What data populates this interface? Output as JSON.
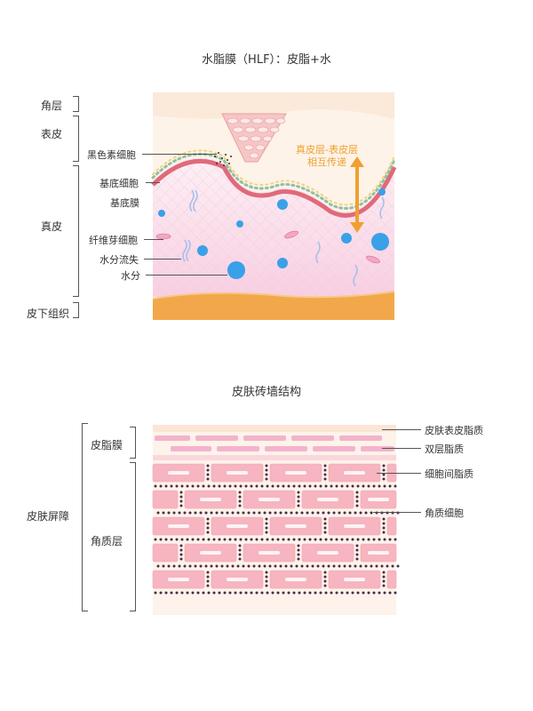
{
  "diagram1": {
    "title": "水脂膜（HLF）：皮脂+水",
    "left_labels": [
      "角层",
      "表皮",
      "真皮",
      "皮下组织"
    ],
    "callouts": [
      "黑色素细胞",
      "基底细胞",
      "基底膜",
      "纤维芽细胞",
      "水分流失",
      "水分"
    ],
    "exchange_note": [
      "真皮层-表皮层",
      "相互传递"
    ]
  },
  "diagram2": {
    "title": "皮肤砖墙结构",
    "outer_label": "皮肤屏障",
    "inner_labels": [
      "皮脂膜",
      "角质层"
    ],
    "right_callouts": [
      "皮肤表皮脂质",
      "双层脂质",
      "细胞间脂质",
      "角质细胞"
    ]
  },
  "colors": {
    "stratum": "#fbeee0",
    "basement": "#e06a7a",
    "basal_dots": "#7fb0a0",
    "dermis": "#fbe3ee",
    "subcutis": "#f2a84a",
    "water": "#3aa0e8",
    "accent_orange": "#f0a030",
    "brick": "#f6b5c0",
    "lipid_dot": "#4a2a4a"
  }
}
